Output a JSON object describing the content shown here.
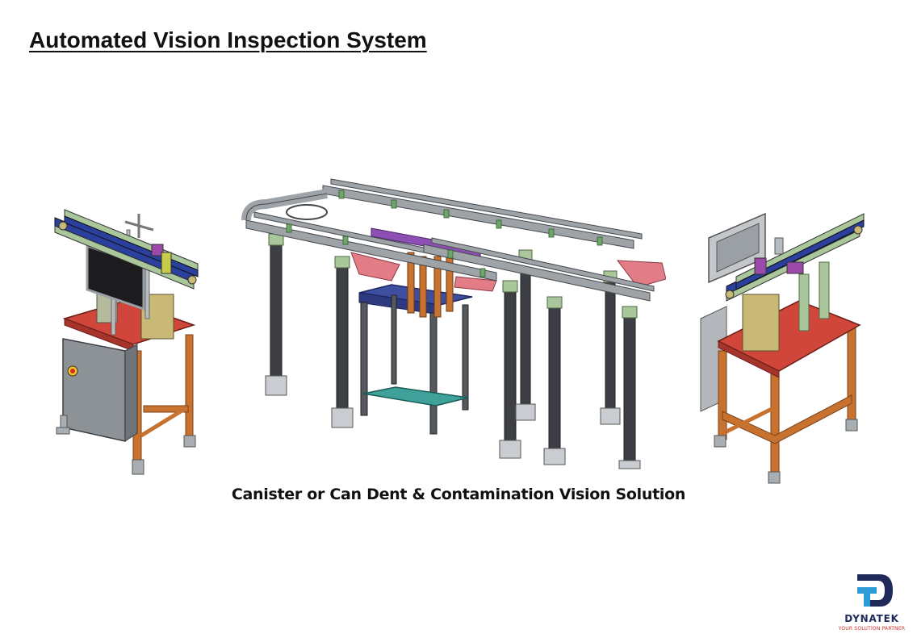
{
  "slide": {
    "title": "Automated Vision Inspection System",
    "caption": "Canister or Can Dent & Contamination Vision Solution"
  },
  "logo": {
    "name": "DYNATEK",
    "tagline": "YOUR SOLUTION PARTNER",
    "colors": {
      "navy": "#1f2a5a",
      "blue": "#2f9ad8",
      "red": "#d42a2a"
    }
  },
  "figures": [
    {
      "icon": "inspection-machine-left-view"
    },
    {
      "icon": "conveyor-inspection-line-isometric"
    },
    {
      "icon": "inspection-machine-right-view"
    }
  ],
  "colors": {
    "frame_orange": "#c8722f",
    "table_red": "#d0463a",
    "rail_blue": "#2b3f9c",
    "rail_green": "#a9c79b",
    "cabinet_gray": "#8d9296",
    "post_dark": "#3d3f44",
    "conveyor_gray": "#9ea3a8",
    "table_blue": "#3f4fa0",
    "table_teal": "#3fa19a",
    "pink_guide": "#e27c87",
    "purple_guide": "#8e4fb4"
  }
}
